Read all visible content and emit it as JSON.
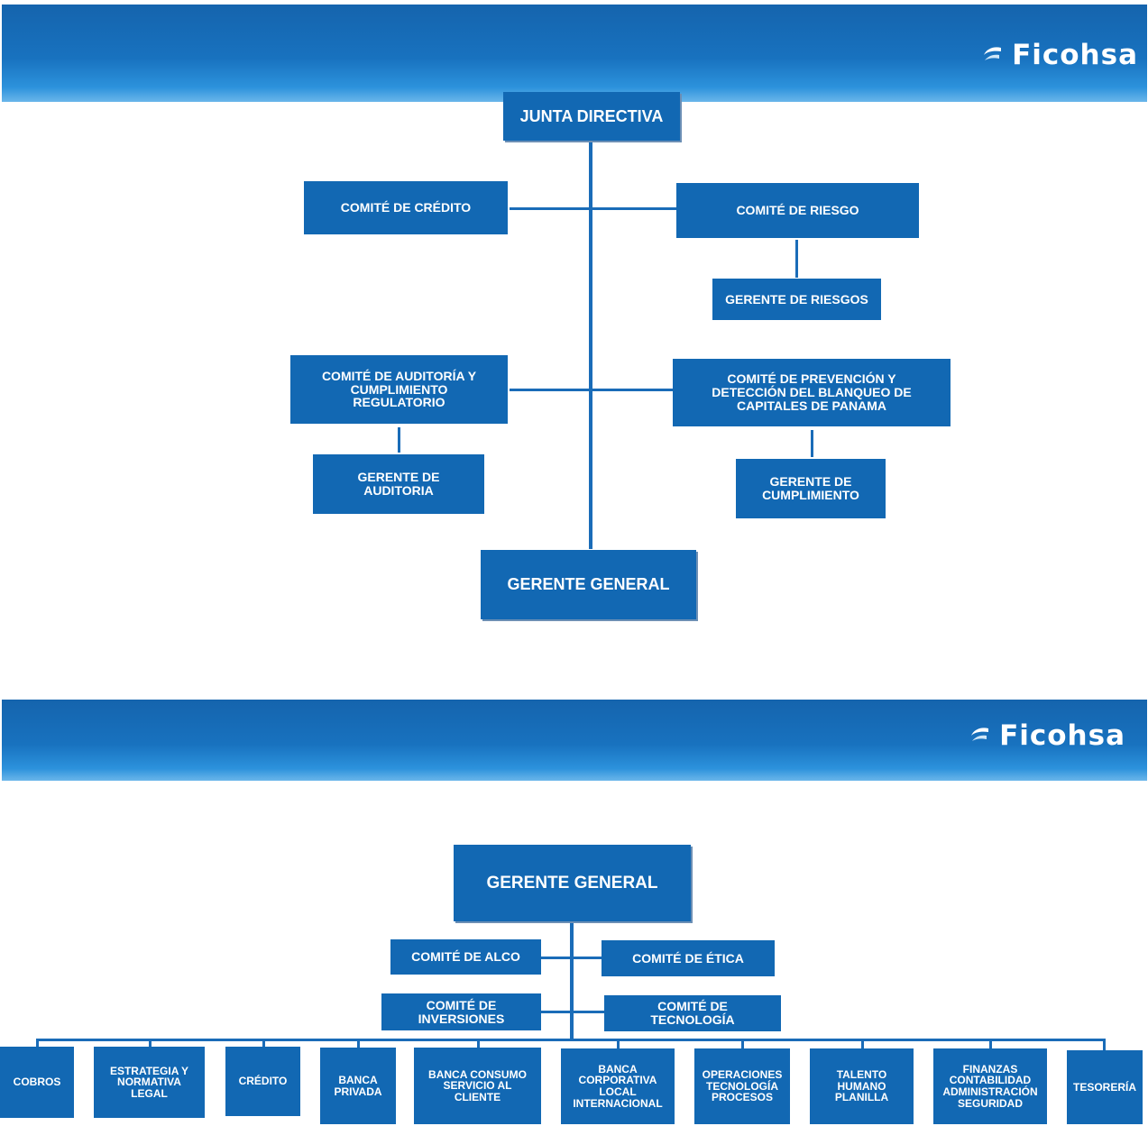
{
  "chart1": {
    "brand": "Ficohsa",
    "top": "JUNTA DIRECTIVA",
    "credito": "COMITÉ DE CRÉDITO",
    "riesgo": "COMITÉ DE RIESGO",
    "gerente_riesgos": "GERENTE DE RIESGOS",
    "auditoria": "COMITÉ DE AUDITORÍA Y\nCUMPLIMIENTO\nREGULATORIO",
    "gerente_auditoria": "GERENTE DE\nAUDITORIA",
    "prevencion": "COMITÉ DE PREVENCIÓN Y\nDETECCIÓN DEL BLANQUEO DE\nCAPITALES DE PANAMA",
    "gerente_cumplimiento": "GERENTE DE\nCUMPLIMIENTO",
    "gerente_general": "GERENTE GENERAL"
  },
  "chart2": {
    "brand": "Ficohsa",
    "top": "GERENTE GENERAL",
    "alco": "COMITÉ DE ALCO",
    "etica": "COMITÉ DE ÉTICA",
    "inversiones": "COMITÉ DE\nINVERSIONES",
    "tecnologia": "COMITÉ DE\nTECNOLOGÍA",
    "departments": [
      "COBROS",
      "ESTRATEGIA Y\nNORMATIVA\nLEGAL",
      "CRÉDITO",
      "BANCA\nPRIVADA",
      "BANCA CONSUMO\nSERVICIO AL\nCLIENTE",
      "BANCA\nCORPORATIVA\nLOCAL\nINTERNACIONAL",
      "OPERACIONES\nTECNOLOGÍA\nPROCESOS",
      "TALENTO\nHUMANO\nPLANILLA",
      "FINANZAS\nCONTABILIDAD\nADMINISTRACIÓN\nSEGURIDAD",
      "TESORERÍA"
    ]
  }
}
